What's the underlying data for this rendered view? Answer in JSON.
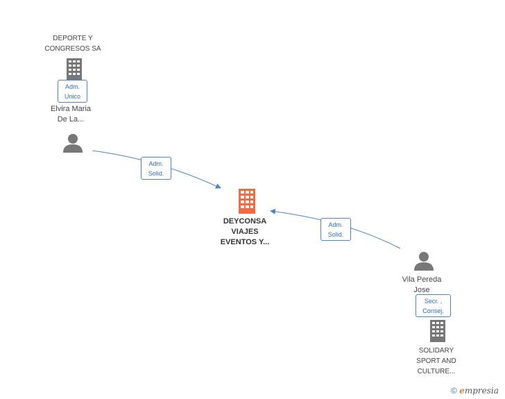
{
  "nodes": {
    "deporte": {
      "label": "DEPORTE Y\nCONGRESOS SA"
    },
    "elvira": {
      "label": "E...  ...a\nElvira Maria\nDe La..."
    },
    "deyconsa": {
      "label": "DEYCONSA\nVIAJES\nEVENTOS Y..."
    },
    "vila": {
      "label": "Vila Pereda\nJose\nVi..."
    },
    "solidary": {
      "label": "SOLIDARY\nSPORT AND\nCULTURE..."
    }
  },
  "badges": {
    "adm_unico": "Adm.\nUnico",
    "adm_solid_left": "Adm.\nSolid.",
    "adm_solid_right": "Adm.\nSolid.",
    "secr_consej": "Secr. ,\nConsej."
  },
  "colors": {
    "center_building": "#f26a3d",
    "building": "#777777",
    "person": "#777777",
    "edge": "#4a86c8"
  },
  "footer": {
    "copyright": "©",
    "brand_e": "e",
    "brand_rest": "mpresia"
  }
}
